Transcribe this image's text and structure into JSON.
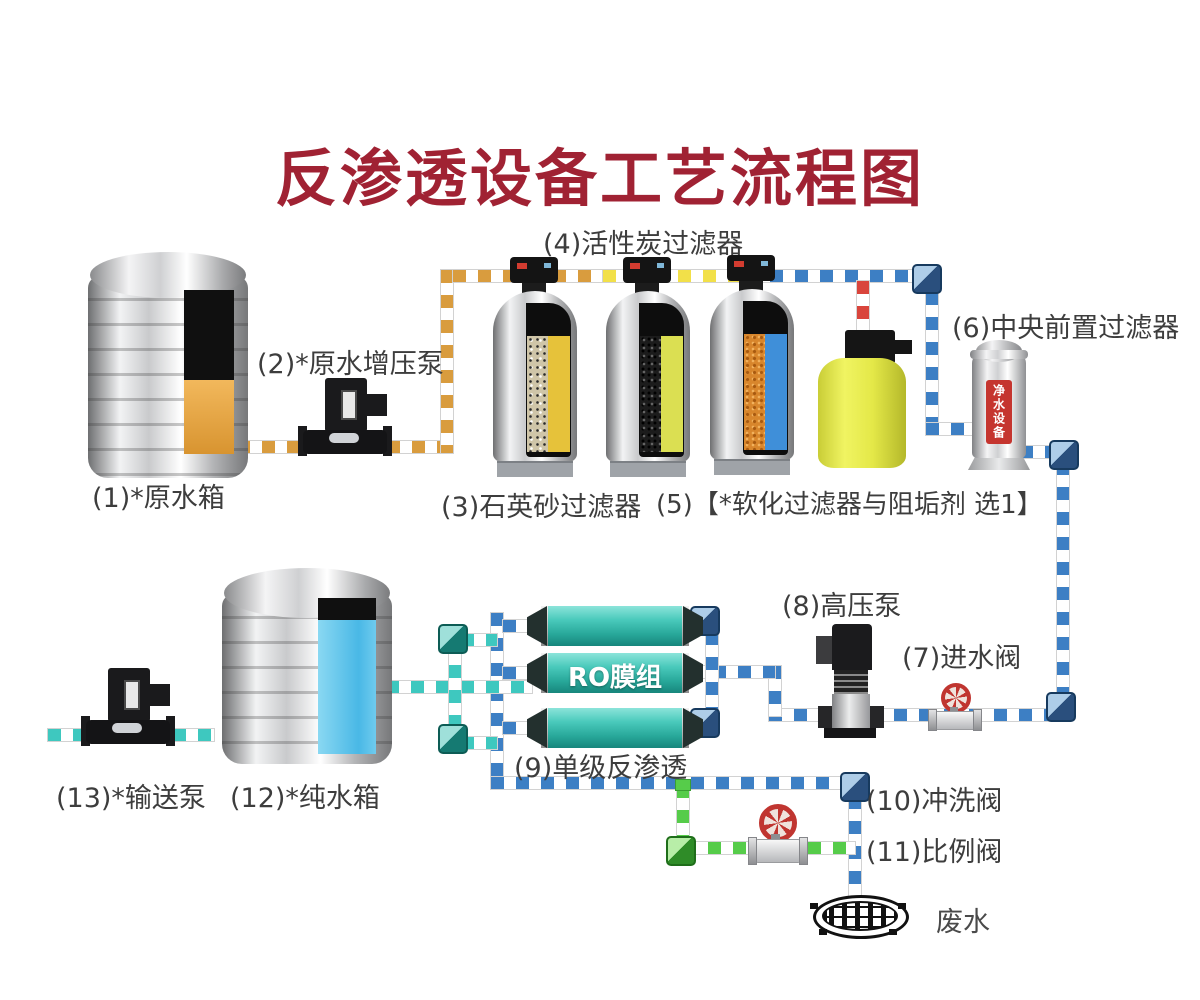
{
  "title": "反渗透设备工艺流程图",
  "labels": {
    "raw_tank": "(1)*原水箱",
    "booster_pump": "(2)*原水增压泵",
    "sand_filter": "(3)石英砂过滤器",
    "carbon_filter": "(4)活性炭过滤器",
    "softener_option": "(5)【*软化过滤器与阻垢剂 选1】",
    "central_prefilter": "(6)中央前置过滤器",
    "inlet_valve": "(7)进水阀",
    "hp_pump": "(8)高压泵",
    "single_stage_ro": "(9)单级反渗透",
    "flush_valve": "(10)冲洗阀",
    "proportional_valve": "(11)比例阀",
    "pure_tank": "(12)*纯水箱",
    "transfer_pump": "(13)*输送泵",
    "waste_water": "废水",
    "ro_membrane": "RO膜组",
    "prefilter_sticker": "净水设备"
  },
  "colors": {
    "pipe_orange": "#D99C3E",
    "pipe_yellow": "#F2E049",
    "pipe_blue": "#3D7FC4",
    "pipe_red": "#D9453C",
    "pipe_cyan": "#3EC8BF",
    "pipe_green": "#56CC4A",
    "title": "#A02233",
    "label": "#3D3D3D",
    "membrane_teal": "#2FB3A4",
    "dosing_tank_yellow": "#E3E84E",
    "sticker_red": "#C5352F",
    "pure_water_blue": "#5FC8EE",
    "raw_water_orange": "#E8A94F"
  }
}
